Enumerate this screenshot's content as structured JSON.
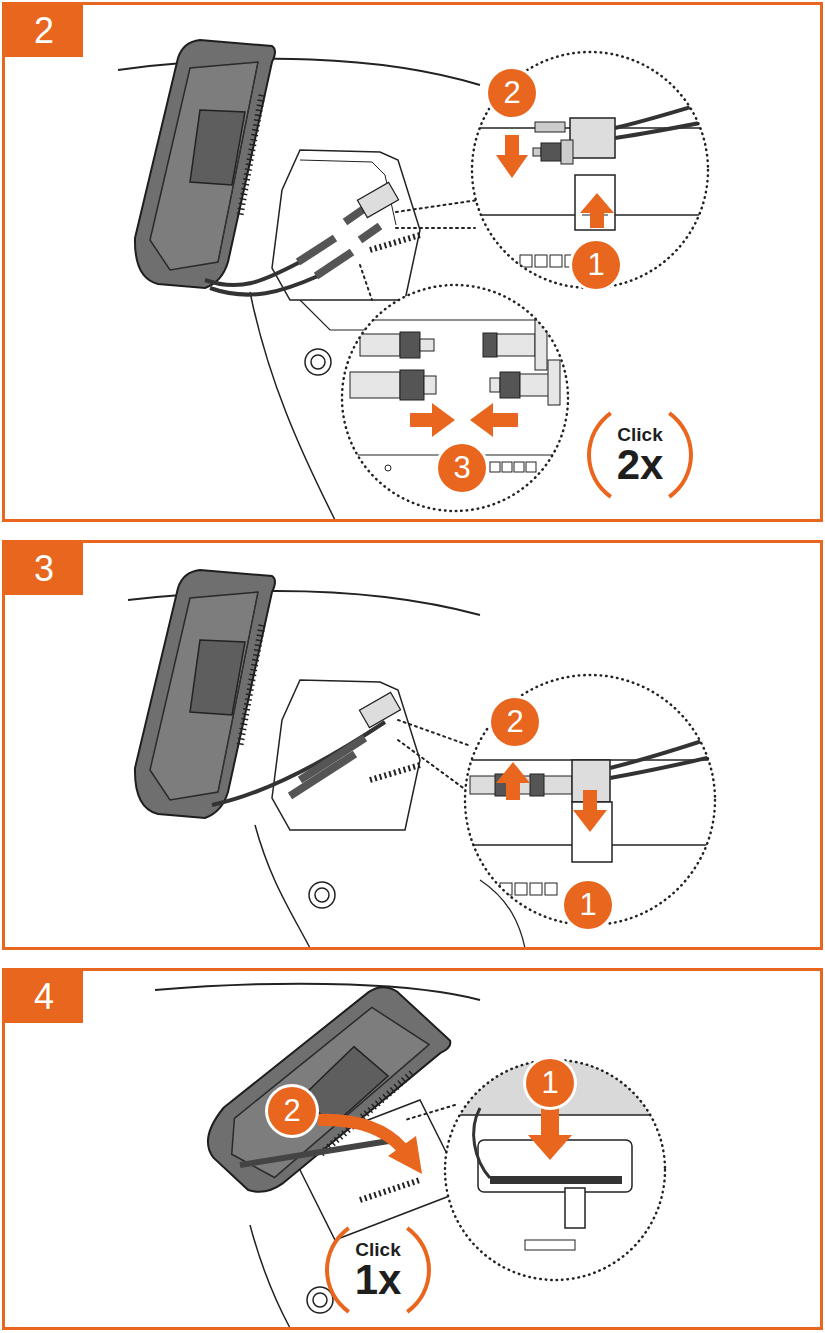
{
  "diagram": {
    "nodes": [
      {
        "text": [
          "2"
        ]
      },
      {
        "text": [
          "2"
        ],
        "in": 0
      },
      {
        "text": [
          "1"
        ],
        "in": 0
      },
      {
        "text": [
          "3"
        ],
        "in": 0
      },
      {
        "text": [
          "Click",
          "2x"
        ],
        "in": 0
      },
      {
        "text": [
          "3"
        ]
      },
      {
        "text": [
          "2"
        ],
        "in": 5
      },
      {
        "text": [
          "1"
        ],
        "in": 5
      },
      {
        "text": [
          "4"
        ]
      },
      {
        "text": [
          "1"
        ],
        "in": 8
      },
      {
        "text": [
          "2"
        ],
        "in": 8
      },
      {
        "text": [
          "Click",
          "1x"
        ],
        "in": 8
      }
    ]
  }
}
